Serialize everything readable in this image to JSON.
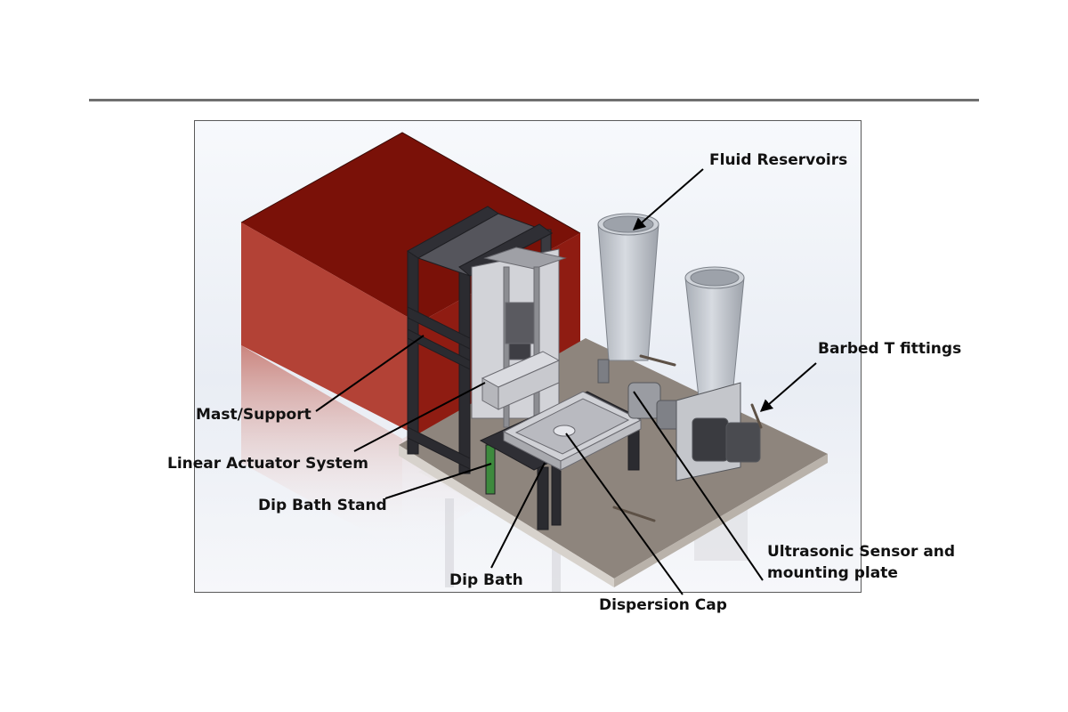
{
  "callouts": {
    "fluid_reservoirs": "Fluid Reservoirs",
    "barbed_t_fittings": "Barbed T fittings",
    "mast_support": "Mast/Support",
    "linear_actuator_system": "Linear Actuator System",
    "dip_bath_stand": "Dip Bath Stand",
    "dip_bath": "Dip Bath",
    "dispersion_cap": "Dispersion Cap",
    "ultrasonic_sensor_line1": "Ultrasonic Sensor and",
    "ultrasonic_sensor_line2": "mounting plate"
  },
  "colors": {
    "enclosure": "#7a1108",
    "base_plate": "#8e857d",
    "frame": "#2b2b30",
    "reservoir": "#bfc4cc",
    "callout_line": "#000000"
  }
}
